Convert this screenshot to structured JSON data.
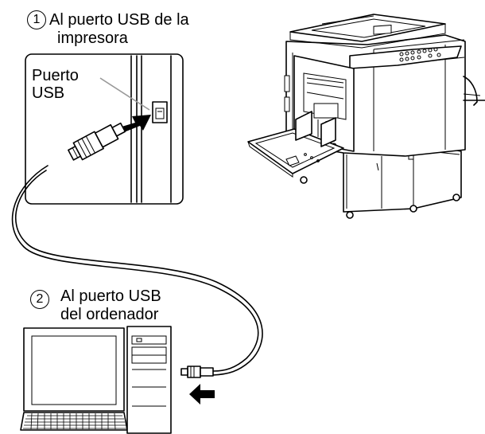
{
  "step1": {
    "number": "1",
    "line1": "Al puerto USB de la",
    "line2": "impresora"
  },
  "inset": {
    "port_line1": "Puerto",
    "port_line2": "USB"
  },
  "step2": {
    "number": "2",
    "line1": "Al puerto USB",
    "line2": "del ordenador"
  },
  "icons": [
    "printer-illustration",
    "usb-b-plug-icon",
    "usb-a-plug-icon",
    "computer-illustration",
    "insert-arrow-icon"
  ]
}
